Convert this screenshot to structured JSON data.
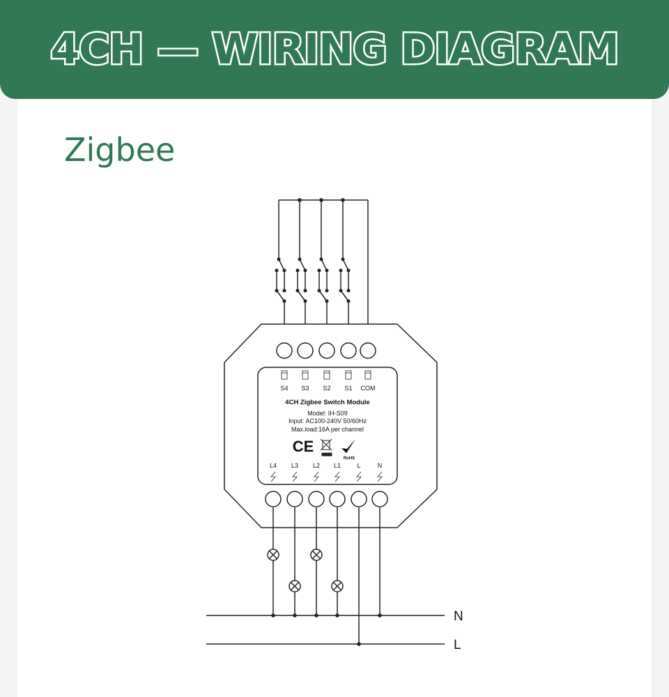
{
  "header": {
    "title": "4CH — WIRING DIAGRAM"
  },
  "section": {
    "title": "Zigbee"
  },
  "module": {
    "top_terminals": [
      "S4",
      "S3",
      "S2",
      "S1",
      "COM"
    ],
    "name": "4CH Zigbee Switch Module",
    "model": "Model:  IH-S09",
    "input": "Input:  AC100-240V 50/60Hz",
    "max_load": "Max.load:16A per channel",
    "marks": {
      "ce": "CE",
      "rohs": "RoHS"
    },
    "bottom_terminals": [
      "L4",
      "L3",
      "L2",
      "L1",
      "L",
      "N"
    ]
  },
  "lines": {
    "neutral": "N",
    "live": "L"
  },
  "colors": {
    "brand": "#327855"
  }
}
